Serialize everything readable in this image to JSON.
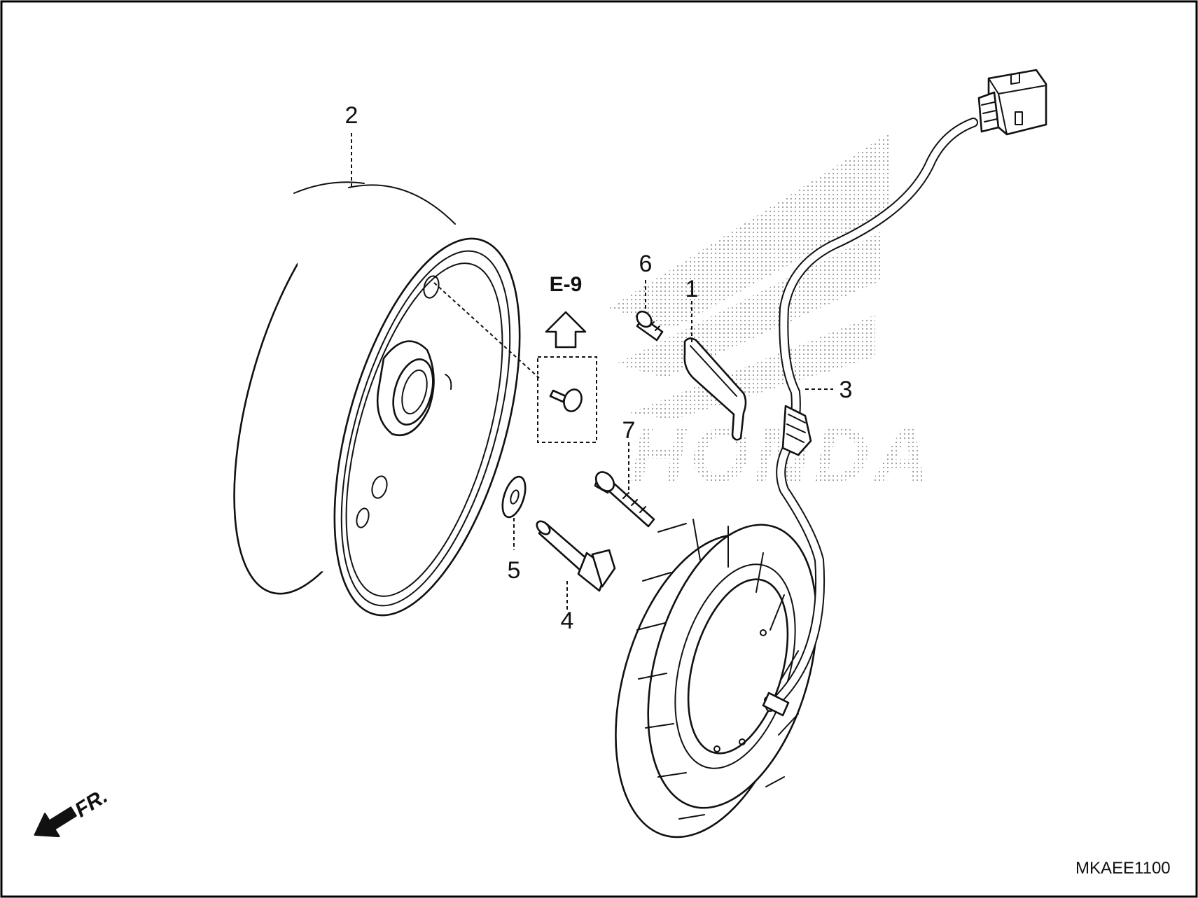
{
  "diagram": {
    "callouts": [
      "1",
      "2",
      "3",
      "4",
      "5",
      "6",
      "7"
    ],
    "reference_label": "E-9",
    "front_label": "FR.",
    "figure_code": "MKAEE1100"
  },
  "watermark": {
    "text": "HONDA"
  }
}
